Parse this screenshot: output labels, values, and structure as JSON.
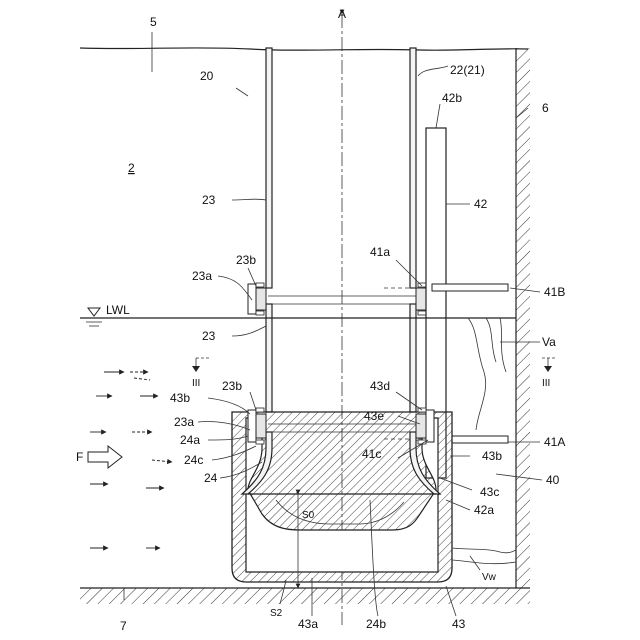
{
  "diagram": {
    "labels": {
      "A": "A",
      "5": "5",
      "20": "20",
      "22_21": "22(21)",
      "42b": "42b",
      "6": "6",
      "2": "2",
      "23_top": "23",
      "42": "42",
      "23b_left_upper": "23b",
      "41a": "41a",
      "23a_left_upper": "23a",
      "41B": "41B",
      "LWL": "LWL",
      "23_mid": "23",
      "Va": "Va",
      "III_left": "III",
      "III_right": "III",
      "23b_left_lower": "23b",
      "43d": "43d",
      "43b_left": "43b",
      "43e": "43e",
      "23a_left_lower": "23a",
      "41A": "41A",
      "24a": "24a",
      "41c": "41c",
      "43b_right": "43b",
      "F": "F",
      "24c": "24c",
      "40": "40",
      "24": "24",
      "43c": "43c",
      "42a": "42a",
      "S0": "S0",
      "Vw": "Vw",
      "7": "7",
      "S2": "S2",
      "43a": "43a",
      "24b": "24b",
      "43": "43"
    }
  }
}
